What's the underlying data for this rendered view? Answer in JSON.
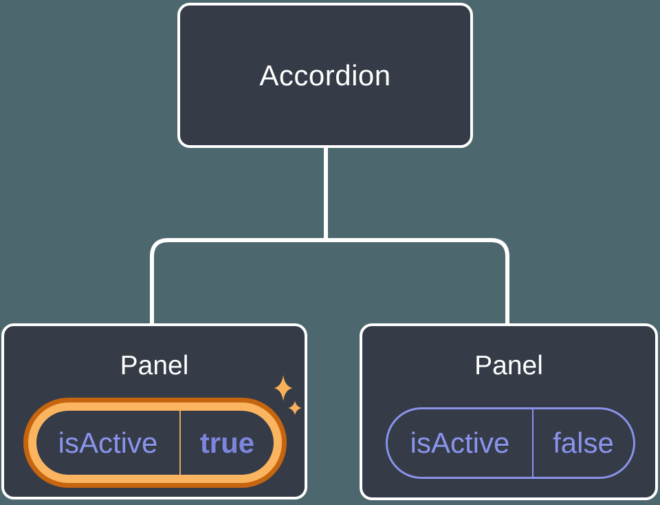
{
  "diagram": {
    "root_node": {
      "label": "Accordion"
    },
    "panels": [
      {
        "label": "Panel",
        "state_key": "isActive",
        "state_value": "true",
        "highlighted": true
      },
      {
        "label": "Panel",
        "state_key": "isActive",
        "state_value": "false",
        "highlighted": false
      }
    ]
  },
  "icons": {
    "sparkles": "sparkles-icon"
  },
  "colors": {
    "background": "#4D676E",
    "node_fill": "#353B47",
    "node_border": "#FFFFFF",
    "connector": "#FFFFFF",
    "title_text": "#FFFFFF",
    "state_text": "#8B94EE",
    "state_value_active": "#7C86DE",
    "highlight_ring_outer": "#C6650F",
    "highlight_ring_inner": "#FBB45F",
    "highlight_divider": "#E3A75D",
    "sparkle": "#F8B159"
  }
}
